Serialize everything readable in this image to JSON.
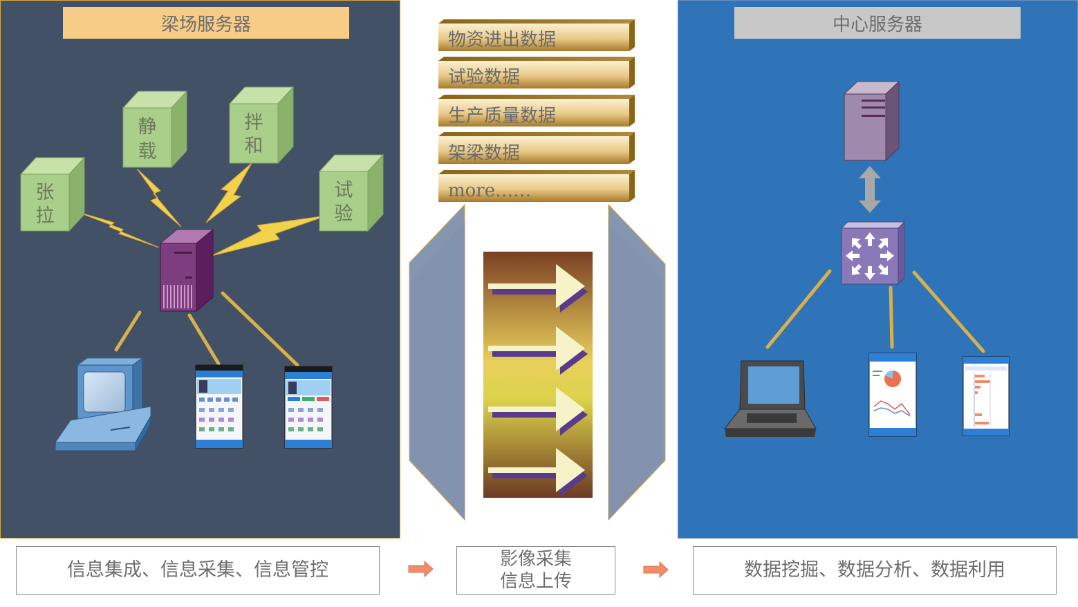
{
  "left_panel": {
    "title": "梁场服务器",
    "modules": [
      {
        "char1": "张",
        "char2": "拉"
      },
      {
        "char1": "静",
        "char2": "载"
      },
      {
        "char1": "拌",
        "char2": "和"
      },
      {
        "char1": "试",
        "char2": "验"
      }
    ]
  },
  "right_panel": {
    "title": "中心服务器"
  },
  "data_stack": [
    "物资进出数据",
    "试验数据",
    "生产质量数据",
    "架梁数据",
    "more……"
  ],
  "captions": {
    "left": "信息集成、信息采集、信息管控",
    "middle_line1": "影像采集",
    "middle_line2": "信息上传",
    "right": "数据挖掘、数据分析、数据利用"
  },
  "colors": {
    "left_panel_bg": "#435167",
    "right_panel_bg": "#2f73b8",
    "module_green": "#a9cf8a",
    "server_purple": "#7d3d7e",
    "lightning": "#f2d24a",
    "connector": "#d9b04a",
    "flow_arrow": "#f08c6a"
  }
}
